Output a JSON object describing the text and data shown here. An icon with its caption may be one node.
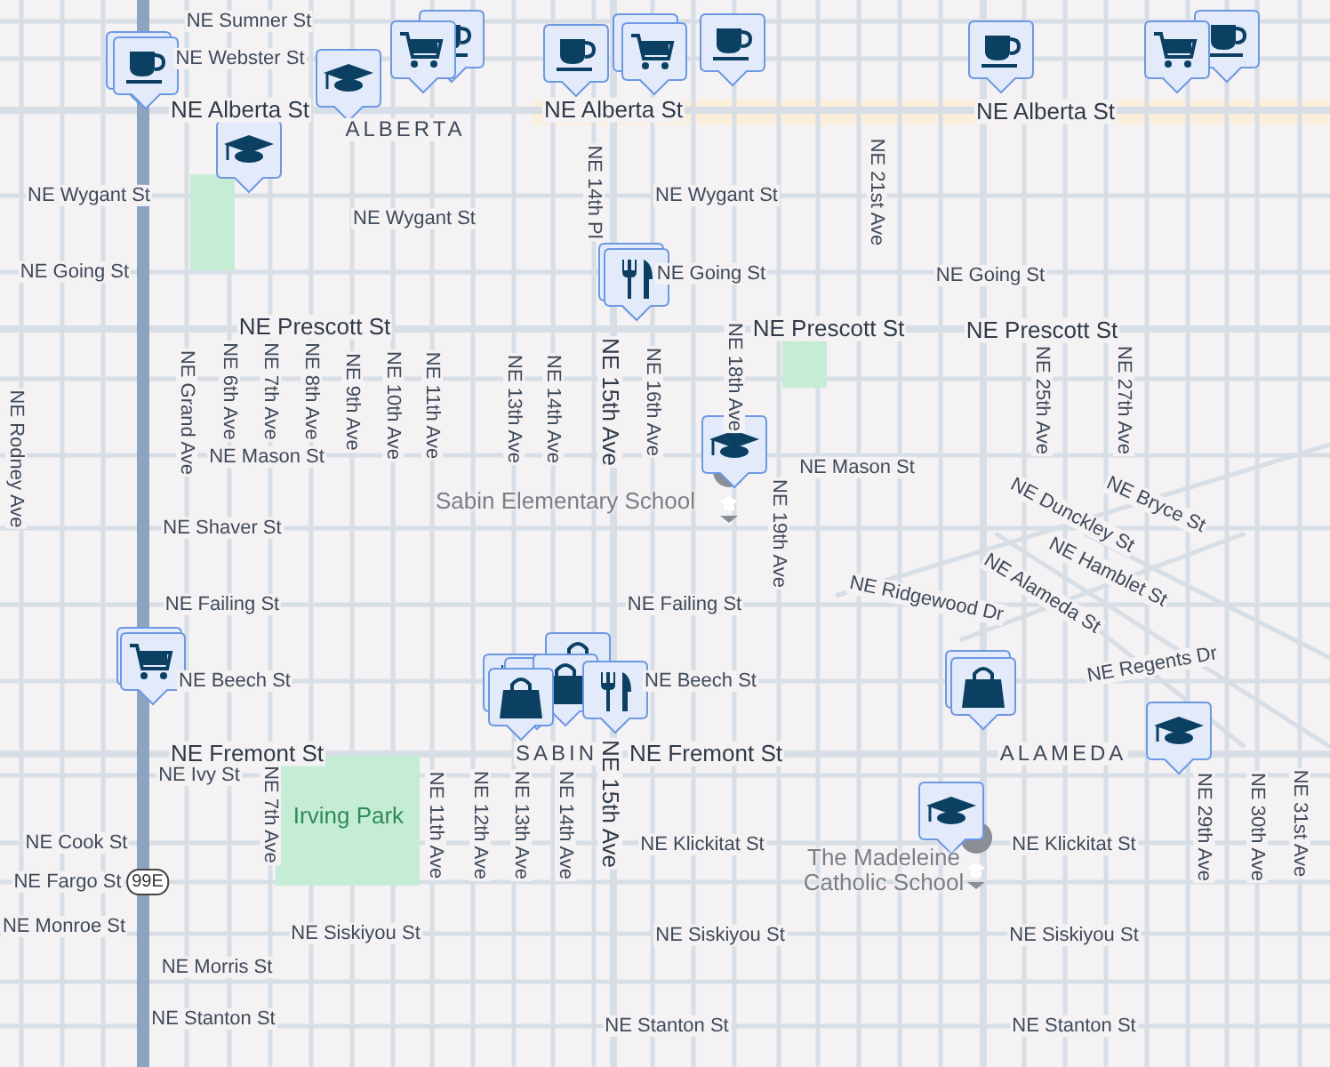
{
  "diagram": {
    "labels": [
      "NE Sumner St",
      "NE Webster St",
      "NE Alberta St",
      "ALBERTA",
      "NE Alberta St",
      "NE Alberta St",
      "NE Wygant St",
      "NE Wygant St",
      "NE 14th Pl",
      "NE Wygant St",
      "NE 21st Ave",
      "NE Going St",
      "NE Going St",
      "NE Going St",
      "NE Prescott St",
      "NE Prescott St",
      "NE Prescott St",
      "NE Grand Ave",
      "NE 6th Ave",
      "NE 7th Ave",
      "NE 8th Ave",
      "NE 9th Ave",
      "NE 10th Ave",
      "NE 11th Ave",
      "NE 13th Ave",
      "NE 14th Ave",
      "NE 15th Ave",
      "NE 16th Ave",
      "NE 18th Ave",
      "NE 25th Ave",
      "NE 27th Ave",
      "NE Rodney Ave",
      "NE Mason St",
      "NE Mason St",
      "Sabin Elementary School",
      "NE 19th Ave",
      "NE Dunckley St",
      "NE Bryce St",
      "NE Shaver St",
      "NE Hamblet St",
      "NE Alameda St",
      "NE Failing St",
      "NE Failing St",
      "NE Ridgewood Dr",
      "NE Beech St",
      "NE Regents Dr",
      "NE Beech St",
      "NE Fremont St",
      "SABIN",
      "NE Fremont St",
      "ALAMEDA",
      "NE Ivy St",
      "Irving Park",
      "NE 7th Ave",
      "NE 11th Ave",
      "NE 12th Ave",
      "NE 13th Ave",
      "NE 14th Ave",
      "NE 15th Ave",
      "NE Cook St",
      "NE Klickitat St",
      "NE Klickitat St",
      "NE 29th Ave",
      "NE 30th Ave",
      "NE 31st Ave",
      "The Madeleine Catholic School",
      "NE Fargo St",
      "99E",
      "NE Monroe St",
      "NE Siskiyou St",
      "NE Siskiyou St",
      "NE Siskiyou St",
      "NE Morris St",
      "NE Stanton St",
      "NE Stanton St",
      "NE Stanton St"
    ]
  }
}
